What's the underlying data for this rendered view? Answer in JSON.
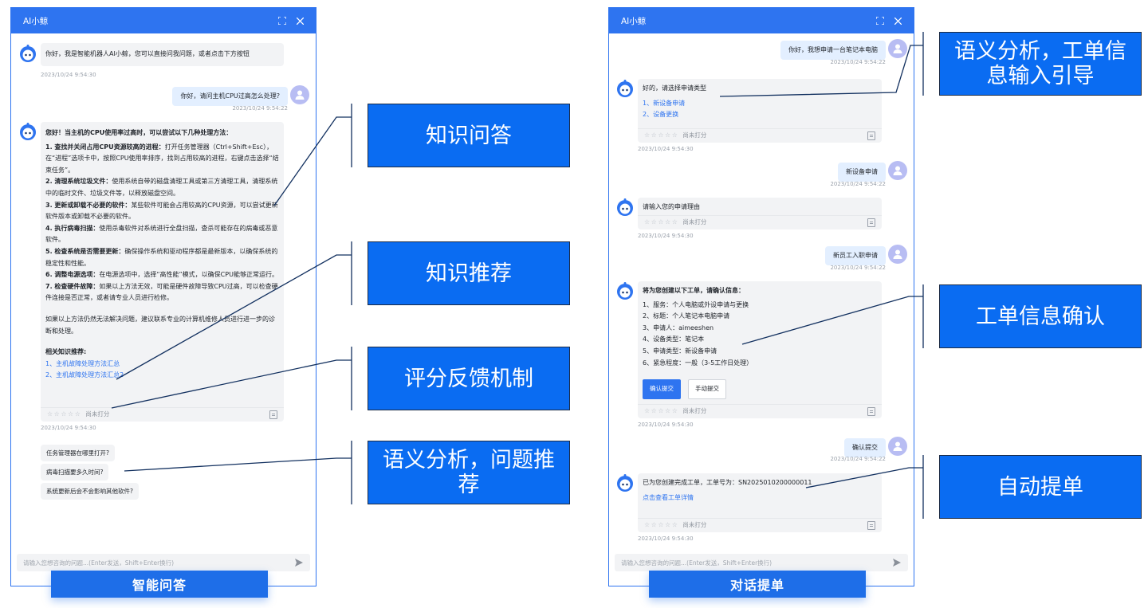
{
  "colors": {
    "accent": "#2e74f0",
    "label_bg": "#0a6cf2",
    "user_bubble": "#e3efff",
    "bot_bubble": "#f2f3f5"
  },
  "left": {
    "title": "AI小鲸",
    "caption": "智能问答",
    "input_placeholder": "请输入您想咨询的问题...(Enter发送，Shift+Enter换行)",
    "msg1": "你好，我是智能机器人AI小鲸，您可以直接问我问题，或者点击下方按钮",
    "ts1": "2023/10/24 9:54:30",
    "user1": "你好，请问主机CPU过高怎么处理?",
    "ts2": "2023/10/24 9:54:22",
    "answer": {
      "intro": "您好！当主机的CPU使用率过高时，可以尝试以下几种处理方法：",
      "items": [
        {
          "head": "1. 查找并关闭占用CPU资源较高的进程：",
          "body": "打开任务管理器（Ctrl+Shift+Esc），在“进程”选项卡中，按照CPU使用率排序，找到占用较高的进程，右键点击选择“结束任务”。"
        },
        {
          "head": "2. 清理系统垃圾文件：",
          "body": "使用系统自带的磁盘清理工具或第三方清理工具，清理系统中的临时文件、垃圾文件等，以释放磁盘空间。"
        },
        {
          "head": "3. 更新或卸载不必要的软件：",
          "body": "某些软件可能会占用较高的CPU资源，可以尝试更新软件版本或卸载不必要的软件。"
        },
        {
          "head": "4. 执行病毒扫描：",
          "body": "使用杀毒软件对系统进行全盘扫描，查杀可能存在的病毒或恶意软件。"
        },
        {
          "head": "5. 检查系统是否需要更新：",
          "body": "确保操作系统和驱动程序都是最新版本，以确保系统的稳定性和性能。"
        },
        {
          "head": "6. 调整电源选项：",
          "body": "在电源选项中，选择“高性能”模式，以确保CPU能够正常运行。"
        },
        {
          "head": "7. 检查硬件故障：",
          "body": "如果以上方法无效，可能是硬件故障导致CPU过高，可以检查硬件连接是否正常，或者请专业人员进行检修。"
        }
      ],
      "outro": "如果以上方法仍然无法解决问题，建议联系专业的计算机维修人员进行进一步的诊断和处理。",
      "related_title": "相关知识推荐:",
      "related": [
        "1、主机故障处理方法汇总",
        "2、主机故障处理方法汇总2"
      ],
      "rating": "尚未打分"
    },
    "ts3": "2023/10/24 9:54:30",
    "suggestions": [
      "任务管理器在哪里打开?",
      "病毒扫描要多久时间?",
      "系统更新后会不会影响其他软件?"
    ]
  },
  "right": {
    "title": "AI小鲸",
    "caption": "对话提单",
    "input_placeholder": "请输入您想咨询的问题...(Enter发送，Shift+Enter换行)",
    "u1": "你好，我想申请一台笔记本电脑",
    "ts_u1": "2023/10/24 9:54:22",
    "b1": "好的，请选择申请类型",
    "b1_links": [
      "1、新设备申请",
      "2、设备更换"
    ],
    "rating": "尚未打分",
    "ts_b1": "2023/10/24 9:54:30",
    "u2": "新设备申请",
    "ts_u2": "2023/10/24 9:54:22",
    "b2": "请输入您的申请理由",
    "ts_b2": "2023/10/24 9:54:30",
    "u3": "新员工入职申请",
    "ts_u3": "2023/10/24 9:54:22",
    "b3_title": "将为您创建以下工单，请确认信息：",
    "b3_items": [
      "1、服务：个人电脑或外设申请与更换",
      "2、标题：个人笔记本电脑申请",
      "3、申请人：aimeeshen",
      "4、设备类型：笔记本",
      "5、申请类型：新设备申请",
      "6、紧急程度：一般（3-5工作日处理）"
    ],
    "btn_confirm": "确认提交",
    "btn_manual": "手动提交",
    "ts_b3": "2023/10/24 9:54:30",
    "u4": "确认提交",
    "ts_u4": "2023/10/24 9:54:22",
    "b4": "已为您创建完成工单，工单号为：SN2025010200000011",
    "b4_link": "点击查看工单详情",
    "ts_b4": "2023/10/24 9:54:30"
  },
  "labels": {
    "qa": "知识问答",
    "recommend": "知识推荐",
    "feedback": "评分反馈机制",
    "semantic_q": "语义分析，问题推荐",
    "semantic_ticket": "语义分析，工单信息输入引导",
    "ticket_confirm": "工单信息确认",
    "auto_ticket": "自动提单"
  }
}
